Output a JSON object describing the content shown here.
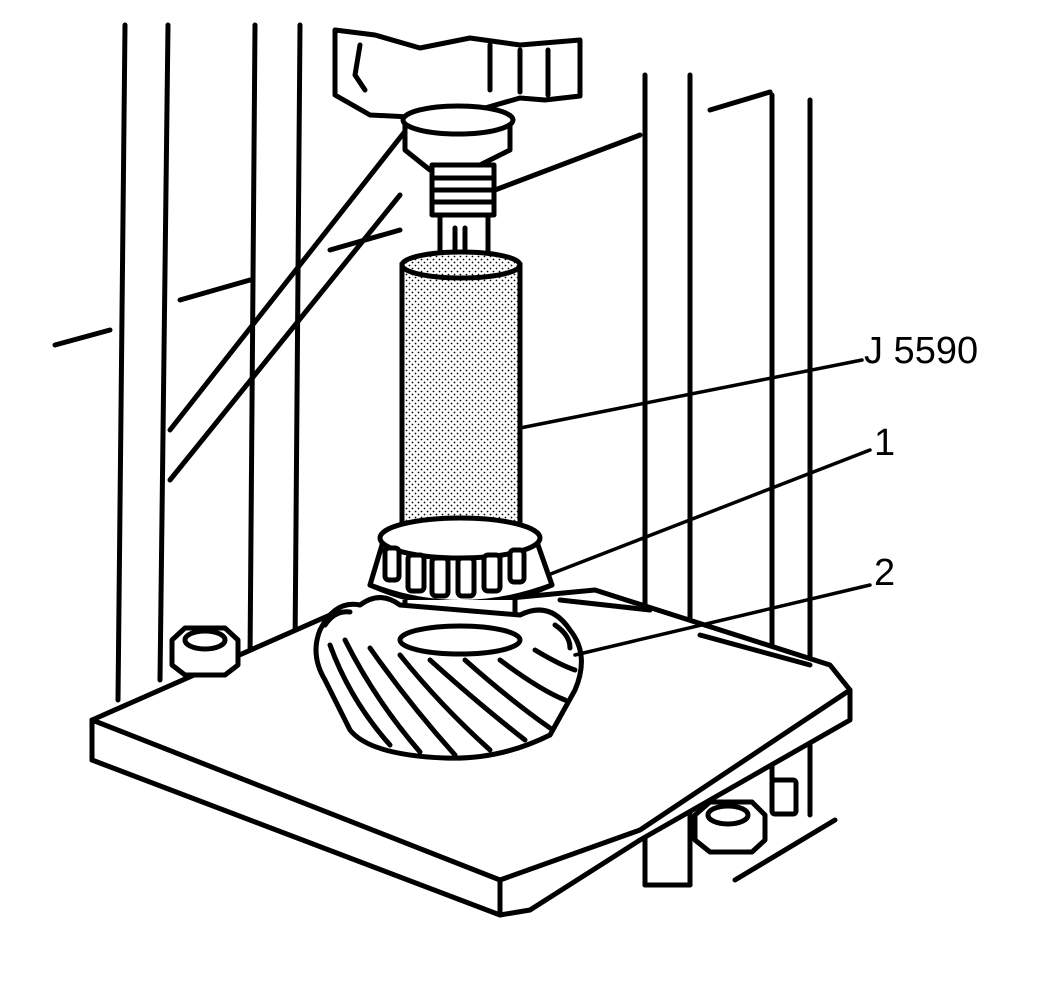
{
  "diagram": {
    "callouts": [
      {
        "id": "tool",
        "label": "J 5590"
      },
      {
        "id": "part1",
        "label": "1"
      },
      {
        "id": "part2",
        "label": "2"
      }
    ]
  }
}
